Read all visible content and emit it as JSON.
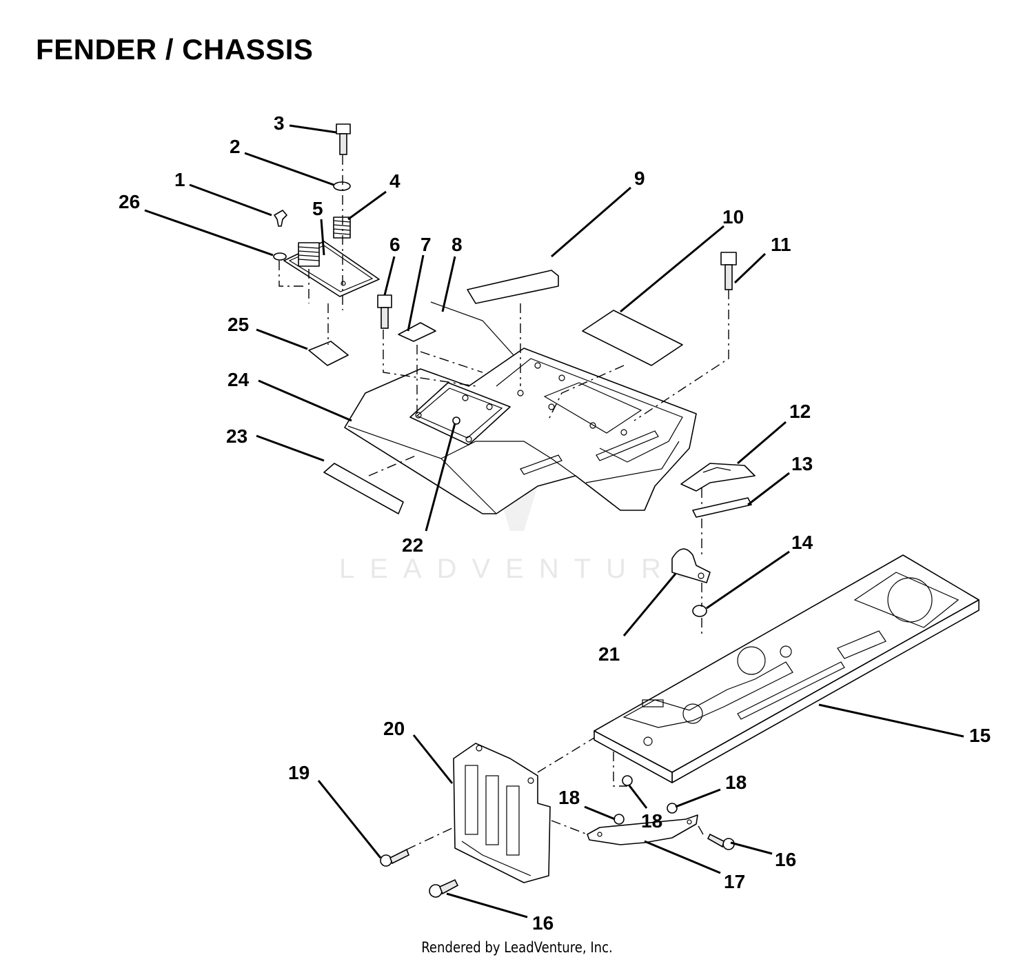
{
  "title": "FENDER / CHASSIS",
  "footer": "Rendered by LeadVenture, Inc.",
  "watermark": "LEADVENTURE",
  "callouts": [
    {
      "id": "1",
      "label": "1"
    },
    {
      "id": "2",
      "label": "2"
    },
    {
      "id": "3",
      "label": "3"
    },
    {
      "id": "4",
      "label": "4"
    },
    {
      "id": "5",
      "label": "5"
    },
    {
      "id": "6",
      "label": "6"
    },
    {
      "id": "7",
      "label": "7"
    },
    {
      "id": "8",
      "label": "8"
    },
    {
      "id": "9",
      "label": "9"
    },
    {
      "id": "10",
      "label": "10"
    },
    {
      "id": "11",
      "label": "11"
    },
    {
      "id": "12",
      "label": "12"
    },
    {
      "id": "13",
      "label": "13"
    },
    {
      "id": "14",
      "label": "14"
    },
    {
      "id": "15",
      "label": "15"
    },
    {
      "id": "16a",
      "label": "16"
    },
    {
      "id": "16b",
      "label": "16"
    },
    {
      "id": "17",
      "label": "17"
    },
    {
      "id": "18a",
      "label": "18"
    },
    {
      "id": "18b",
      "label": "18"
    },
    {
      "id": "18c",
      "label": "18"
    },
    {
      "id": "19",
      "label": "19"
    },
    {
      "id": "20",
      "label": "20"
    },
    {
      "id": "21",
      "label": "21"
    },
    {
      "id": "22",
      "label": "22"
    },
    {
      "id": "23",
      "label": "23"
    },
    {
      "id": "24",
      "label": "24"
    },
    {
      "id": "25",
      "label": "25"
    },
    {
      "id": "26",
      "label": "26"
    }
  ]
}
